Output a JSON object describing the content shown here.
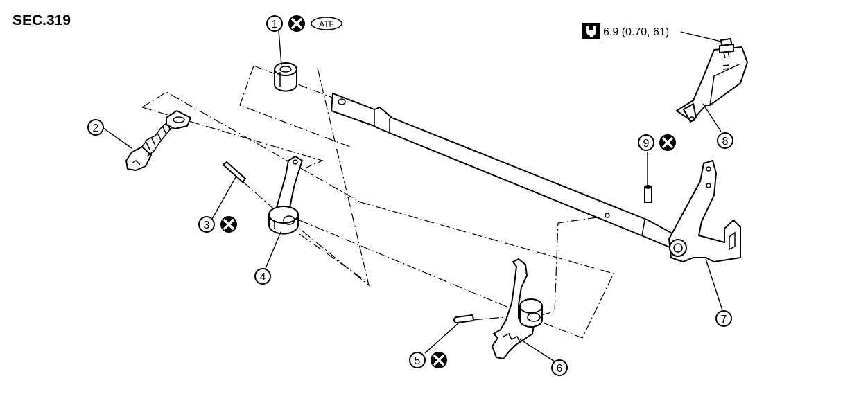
{
  "section_label": "SEC.319",
  "torque_spec": {
    "icon": "torque-wrench-icon",
    "value_text": "6.9 (0.70, 61)"
  },
  "badges": {
    "replace_icon": "x-circle-icon",
    "atf_text": "ATF"
  },
  "callouts": [
    {
      "number": "1"
    },
    {
      "number": "2"
    },
    {
      "number": "3"
    },
    {
      "number": "4"
    },
    {
      "number": "5"
    },
    {
      "number": "6"
    },
    {
      "number": "7"
    },
    {
      "number": "8"
    },
    {
      "number": "9"
    }
  ]
}
